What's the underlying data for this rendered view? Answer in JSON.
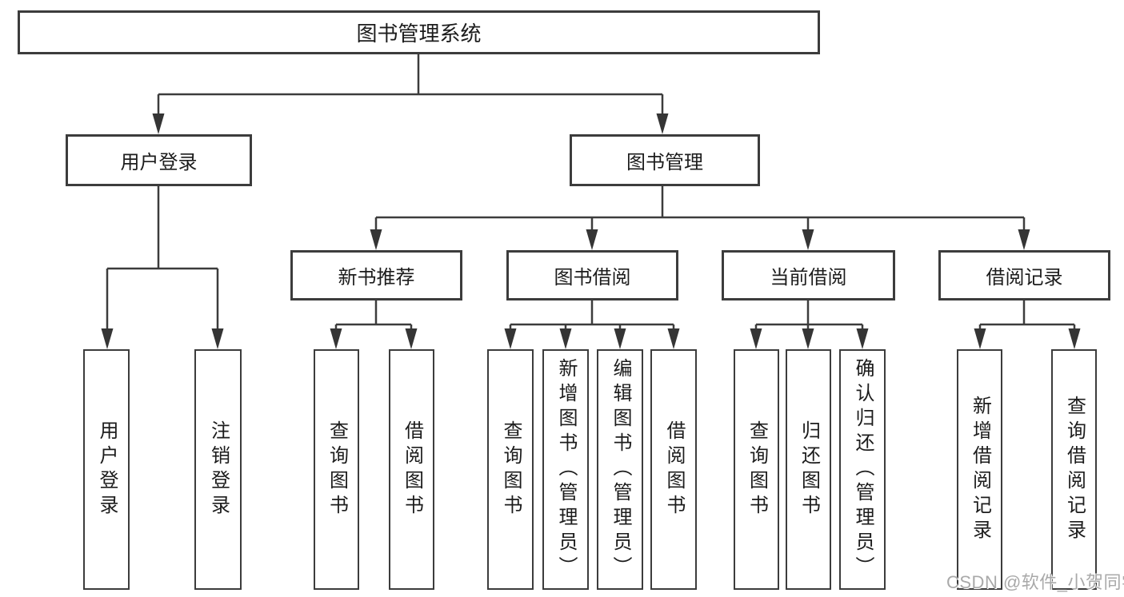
{
  "tree": {
    "label": "图书管理系统",
    "children": [
      {
        "label": "用户登录",
        "children": [
          {
            "label": "用户登录"
          },
          {
            "label": "注销登录"
          }
        ]
      },
      {
        "label": "图书管理",
        "children": [
          {
            "label": "新书推荐",
            "children": [
              {
                "label": "查询图书"
              },
              {
                "label": "借阅图书"
              }
            ]
          },
          {
            "label": "图书借阅",
            "children": [
              {
                "label": "查询图书"
              },
              {
                "label": "新增图书（管理员）"
              },
              {
                "label": "编辑图书（管理员）"
              },
              {
                "label": "借阅图书"
              }
            ]
          },
          {
            "label": "当前借阅",
            "children": [
              {
                "label": "查询图书"
              },
              {
                "label": "归还图书"
              },
              {
                "label": "确认归还（管理员）"
              }
            ]
          },
          {
            "label": "借阅记录",
            "children": [
              {
                "label": "新增借阅记录"
              },
              {
                "label": "查询借阅记录"
              }
            ]
          }
        ]
      }
    ]
  },
  "watermark": "CSDN @软件_小贺同学",
  "colors": {
    "line": "#3c3c3c",
    "text": "#1c1c1c",
    "background": "#ffffff",
    "watermark": "#a9a9a9"
  }
}
